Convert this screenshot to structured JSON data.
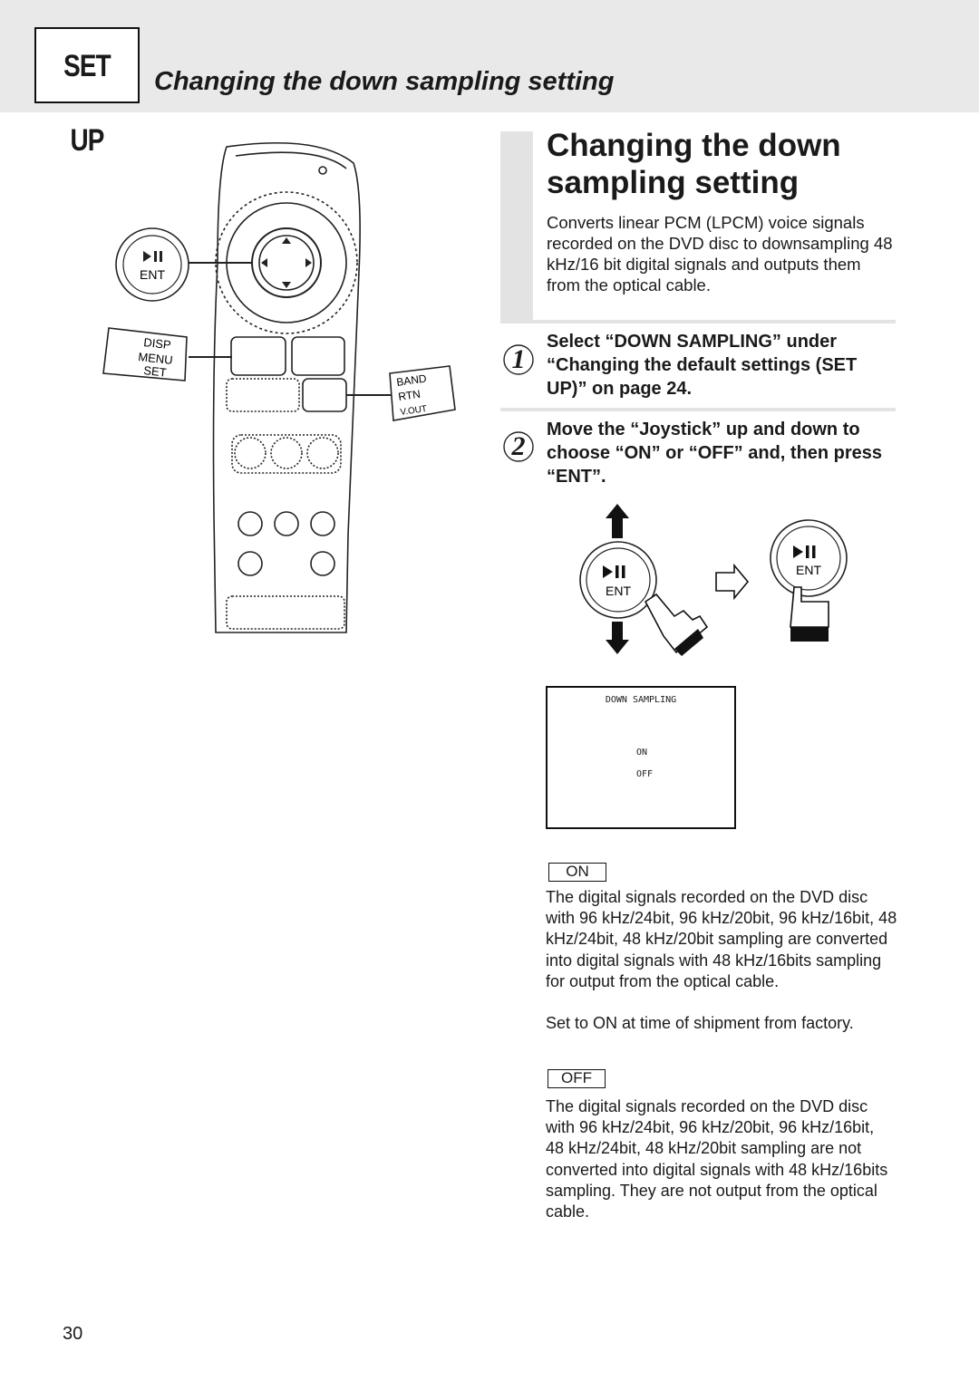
{
  "header": {
    "tab_label": "SET UP",
    "title": "Changing the down sampling setting"
  },
  "remote": {
    "ent_label": "ENT",
    "disp_menu_set": [
      "DISP",
      "MENU",
      "SET"
    ],
    "band_rtn_vout": [
      "BAND",
      "RTN",
      "V.OUT"
    ]
  },
  "section": {
    "title_line1": "Changing the down",
    "title_line2": "sampling setting",
    "intro": "Converts linear PCM (LPCM) voice signals recorded on the DVD disc to downsampling 48 kHz/16 bit digital signals and outputs them from the optical cable."
  },
  "steps": [
    {
      "number": "1",
      "text": "Select “DOWN SAMPLING” under “Changing the default settings (SET UP)” on page 24."
    },
    {
      "number": "2",
      "text": "Move the “Joystick” up and down to choose “ON” or “OFF” and, then press “ENT”."
    }
  ],
  "joystick": {
    "ent_label": "ENT"
  },
  "osd": {
    "title": "DOWN SAMPLING",
    "option_on": "ON",
    "option_off": "OFF"
  },
  "options": {
    "on": {
      "label": "ON",
      "description": "The digital signals recorded on the DVD disc with 96 kHz/24bit, 96 kHz/20bit, 96 kHz/16bit, 48 kHz/24bit, 48 kHz/20bit sampling are converted into digital signals with 48 kHz/16bits sampling for output from the optical cable.",
      "note": "Set to ON at time of shipment from factory."
    },
    "off": {
      "label": "OFF",
      "description": "The digital signals recorded on the DVD disc with 96 kHz/24bit, 96 kHz/20bit, 96 kHz/16bit, 48 kHz/24bit, 48 kHz/20bit sampling are not converted into digital signals with 48 kHz/16bits sampling. They are not output from the optical cable."
    }
  },
  "page_number": "30"
}
